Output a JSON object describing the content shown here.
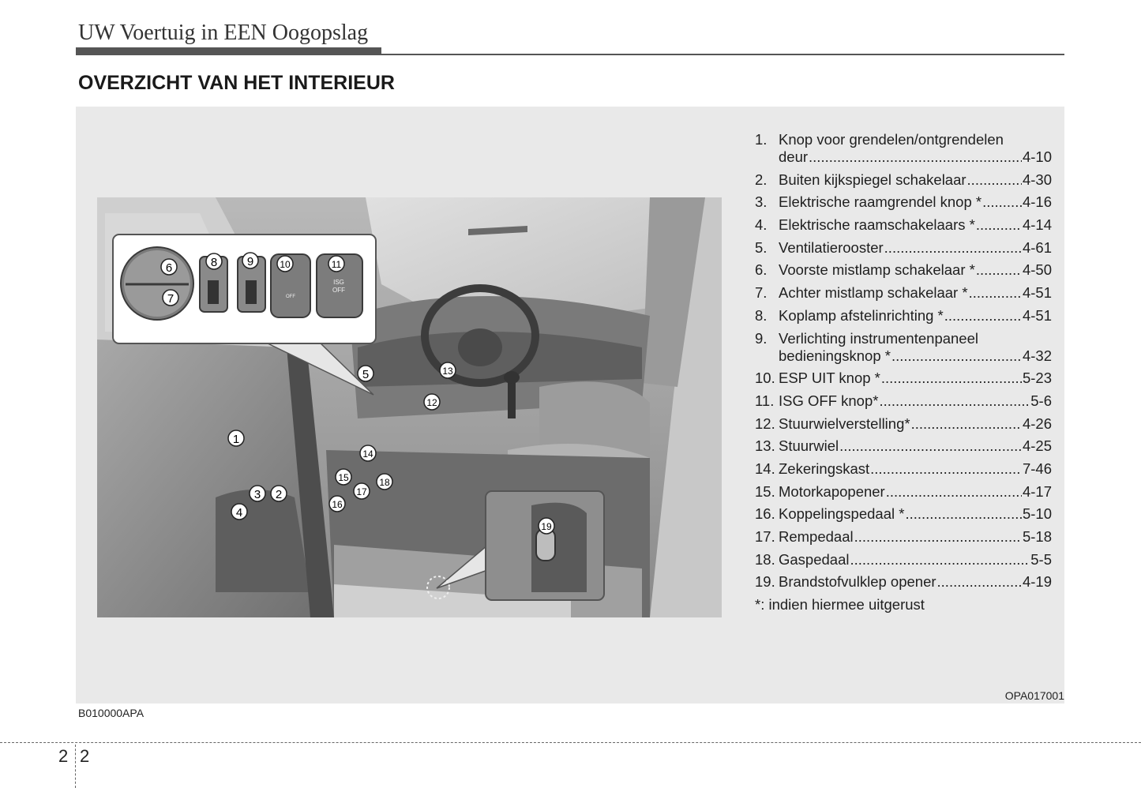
{
  "header": {
    "title": "UW Voertuig in EEN Oogopslag"
  },
  "section": {
    "title": "OVERZICHT VAN HET INTERIEUR"
  },
  "items": [
    {
      "num": "1.",
      "line1": "Knop voor grendelen/ontgrendelen",
      "label": "deur",
      "page": "4-10"
    },
    {
      "num": "2.",
      "label": "Buiten kijkspiegel schakelaar",
      "page": "4-30"
    },
    {
      "num": "3.",
      "label": "Elektrische raamgrendel knop *",
      "page": "4-16"
    },
    {
      "num": "4.",
      "label": "Elektrische raamschakelaars *",
      "page": "4-14"
    },
    {
      "num": "5.",
      "label": "Ventilatierooster",
      "page": "4-61"
    },
    {
      "num": "6.",
      "label": "Voorste mistlamp schakelaar *",
      "page": "4-50"
    },
    {
      "num": "7.",
      "label": "Achter mistlamp schakelaar *",
      "page": "4-51"
    },
    {
      "num": "8.",
      "label": "Koplamp afstelinrichting *",
      "page": "4-51"
    },
    {
      "num": "9.",
      "line1": "Verlichting instrumentenpaneel",
      "label": "bedieningsknop *",
      "page": "4-32"
    },
    {
      "num": "10.",
      "label": "ESP UIT knop *",
      "page": "5-23"
    },
    {
      "num": "11.",
      "label": "ISG OFF  knop*",
      "page": "5-6"
    },
    {
      "num": "12.",
      "label": "Stuurwielverstelling*",
      "page": "4-26"
    },
    {
      "num": "13.",
      "label": "Stuurwiel",
      "page": "4-25"
    },
    {
      "num": "14.",
      "label": "Zekeringskast",
      "page": "7-46"
    },
    {
      "num": "15.",
      "label": "Motorkapopener",
      "page": "4-17"
    },
    {
      "num": "16.",
      "label": "Koppelingspedaal *",
      "page": "5-10"
    },
    {
      "num": "17.",
      "label": "Rempedaal",
      "page": "5-18"
    },
    {
      "num": "18.",
      "label": "Gaspedaal",
      "page": "5-5"
    },
    {
      "num": "19.",
      "label": "Brandstofvulklep opener",
      "page": "4-19"
    }
  ],
  "note": "*: indien hiermee uitgerust",
  "figure": {
    "code": "OPA017001",
    "callouts": [
      "1",
      "2",
      "3",
      "4",
      "5",
      "6",
      "7",
      "8",
      "9",
      "10",
      "11",
      "12",
      "13",
      "14",
      "15",
      "16",
      "17",
      "18",
      "19"
    ],
    "isg_top": "ISG",
    "isg_bottom": "OFF",
    "esp_off": "OFF"
  },
  "section_code": "B010000APA",
  "footer": {
    "chapter": "2",
    "page": "2"
  }
}
